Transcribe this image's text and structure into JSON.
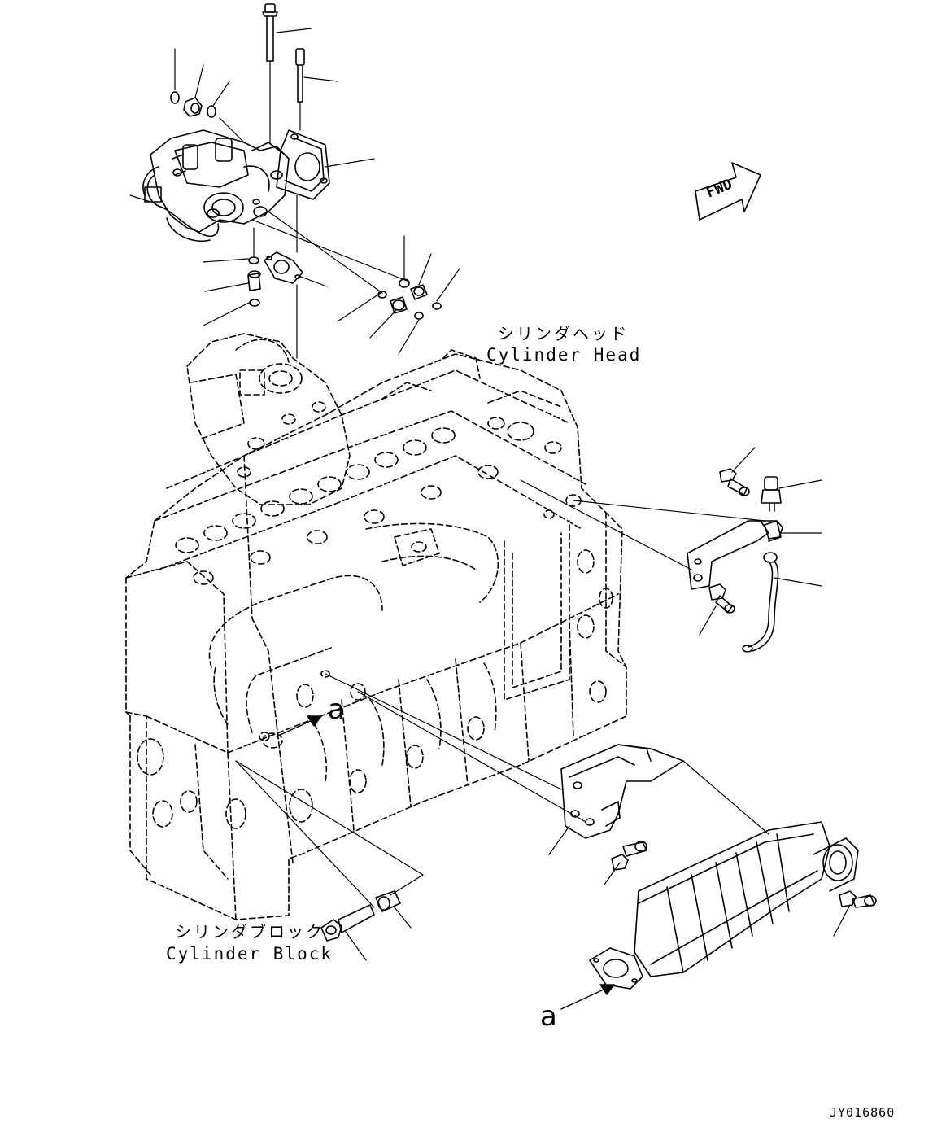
{
  "labels": {
    "cylinder_head_jp": "シリンダヘッド",
    "cylinder_head_en": "Cylinder Head",
    "cylinder_block_jp": "シリンダブロック",
    "cylinder_block_en": "Cylinder Block",
    "view_a_top": "a",
    "view_a_bottom": "a",
    "forward": "FWD",
    "drawing_code": "JY016860"
  }
}
